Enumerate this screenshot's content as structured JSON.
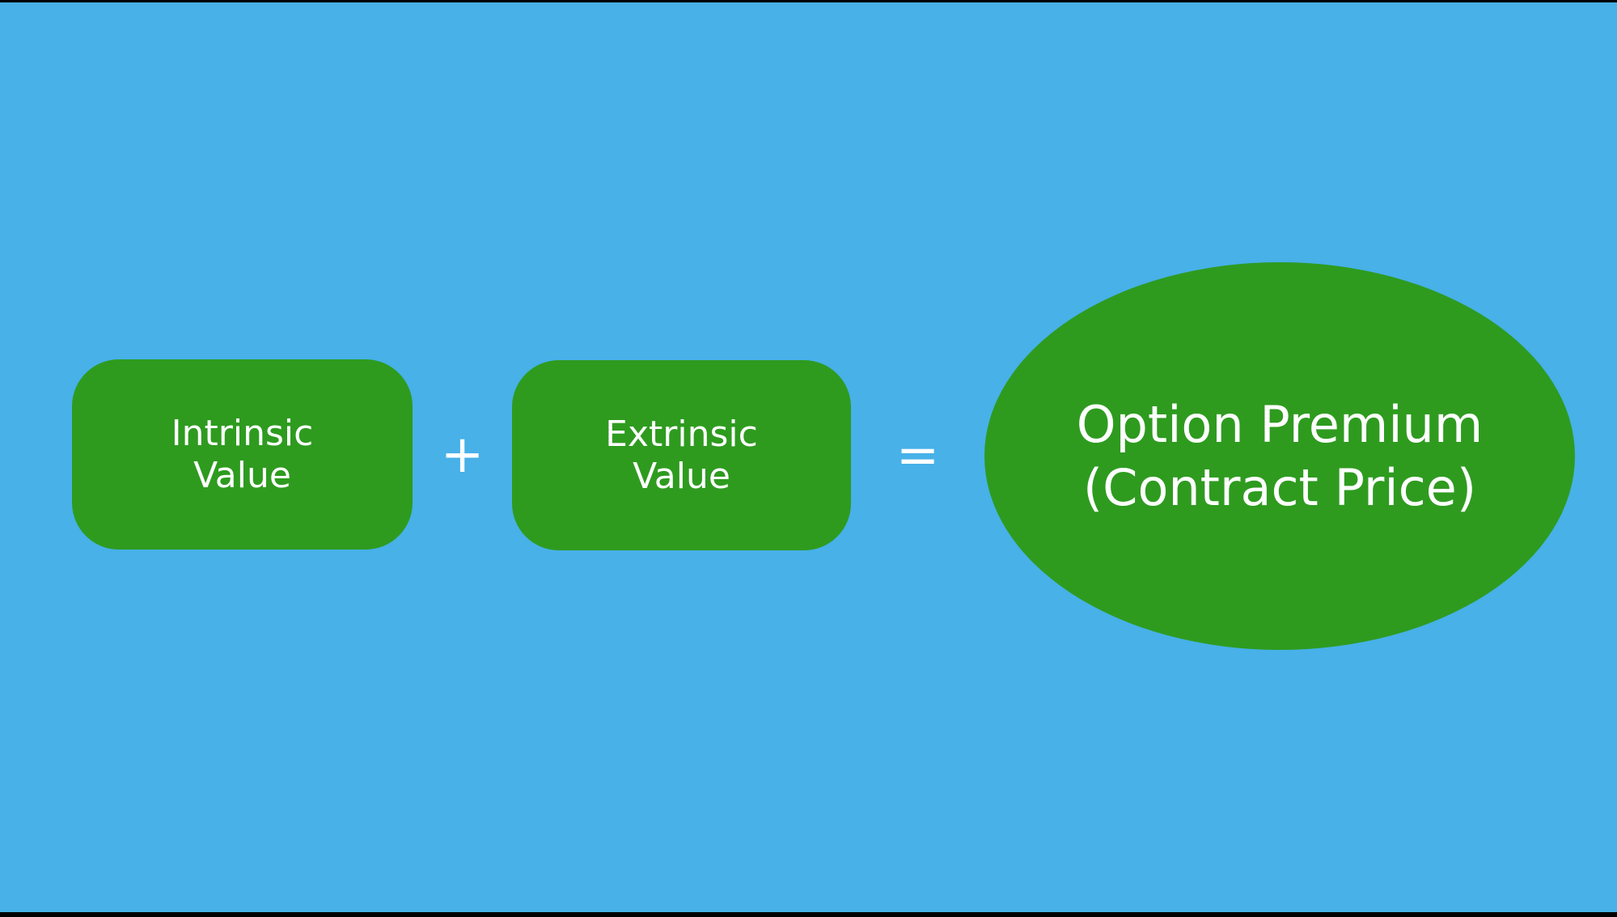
{
  "colors": {
    "background": "#47B1E8",
    "shape_green": "#2E9B1F",
    "text_white": "#FFFFFF",
    "letterbox_black": "#000000"
  },
  "diagram": {
    "operand1": {
      "line1": "Intrinsic",
      "line2": "Value"
    },
    "plus_sign": "+",
    "operand2": {
      "line1": "Extrinsic",
      "line2": "Value"
    },
    "equals_sign": "=",
    "result": {
      "line1": "Option Premium",
      "line2": "(Contract Price)"
    }
  }
}
